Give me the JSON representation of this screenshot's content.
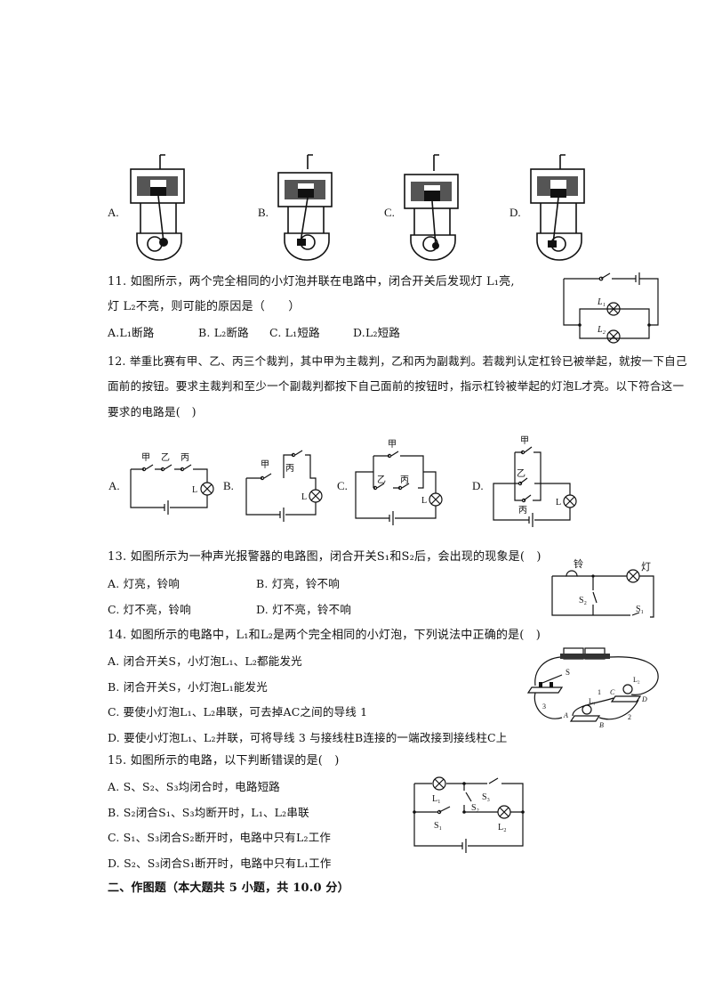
{
  "q10": {
    "options": [
      "A.",
      "B.",
      "C.",
      "D."
    ]
  },
  "q11": {
    "line1": "11. 如图所示，两个完全相同的小灯泡并联在电路中，闭合开关后发现灯 L₁亮,",
    "line2": "灯 L₂不亮，则可能的原因是（　　）",
    "options": [
      "A.L₁断路",
      "B. L₂断路",
      "C. L₁短路",
      "D.L₂短路"
    ],
    "figure": {
      "lamp1": "L₁",
      "lamp2": "L₂"
    }
  },
  "q12": {
    "line1": "12. 举重比赛有甲、乙、丙三个裁判，其中甲为主裁判，乙和丙为副裁判。若裁判认定杠铃已被举起，就按一下自己",
    "line2": "面前的按钮。要求主裁判和至少一个副裁判都按下自己面前的按钮时，指示杠铃被举起的灯泡L才亮。以下符合这一",
    "line3": "要求的电路是(　)",
    "options": [
      "A.",
      "B.",
      "C.",
      "D."
    ],
    "switch_labels": {
      "jia": "甲",
      "yi": "乙",
      "bing": "丙",
      "lamp": "L"
    }
  },
  "q13": {
    "stem": "13. 如图所示为一种声光报警器的电路图，闭合开关S₁和S₂后，会出现的现象是(　)",
    "options": [
      "A. 灯亮，铃响",
      "B. 灯亮，铃不响",
      "C. 灯不亮，铃响",
      "D. 灯不亮，铃不响"
    ],
    "figure": {
      "bell": "铃",
      "lamp": "灯",
      "s1": "S₁",
      "s2": "S₂"
    }
  },
  "q14": {
    "stem": "14. 如图所示的电路中，L₁和L₂是两个完全相同的小灯泡，下列说法中正确的是(　)",
    "options": [
      "A. 闭合开关S，小灯泡L₁、L₂都能发光",
      "B. 闭合开关S，小灯泡L₁能发光",
      "C. 要使小灯泡L₁、L₂串联，可去掉AC之间的导线 1",
      "D. 要使小灯泡L₁、L₂并联，可将导线 3 与接线柱B连接的一端改接到接线柱C上"
    ],
    "figure": {
      "s": "S",
      "l1": "L₁",
      "l2": "L₂",
      "a": "A",
      "b": "B",
      "c": "C",
      "d": "D",
      "w1": "1",
      "w2": "2",
      "w3": "3"
    }
  },
  "q15": {
    "stem": "15. 如图所示的电路，以下判断错误的是(　)",
    "options": [
      "A. S、S₂、S₃均闭合时，电路短路",
      "B. S₂闭合S₁、S₃均断开时，L₁、L₂串联",
      "C. S₁、S₃闭合S₂断开时，电路中只有L₂工作",
      "D. S₂、S₃闭合S₁断开时，电路中只有L₁工作"
    ],
    "figure": {
      "l1": "L₁",
      "l2": "L₂",
      "s1": "S₁",
      "s2": "S₂",
      "s3": "S₃"
    }
  },
  "section2": {
    "title": "二、作图题（本大题共 5 小题，共 10.0 分）"
  }
}
